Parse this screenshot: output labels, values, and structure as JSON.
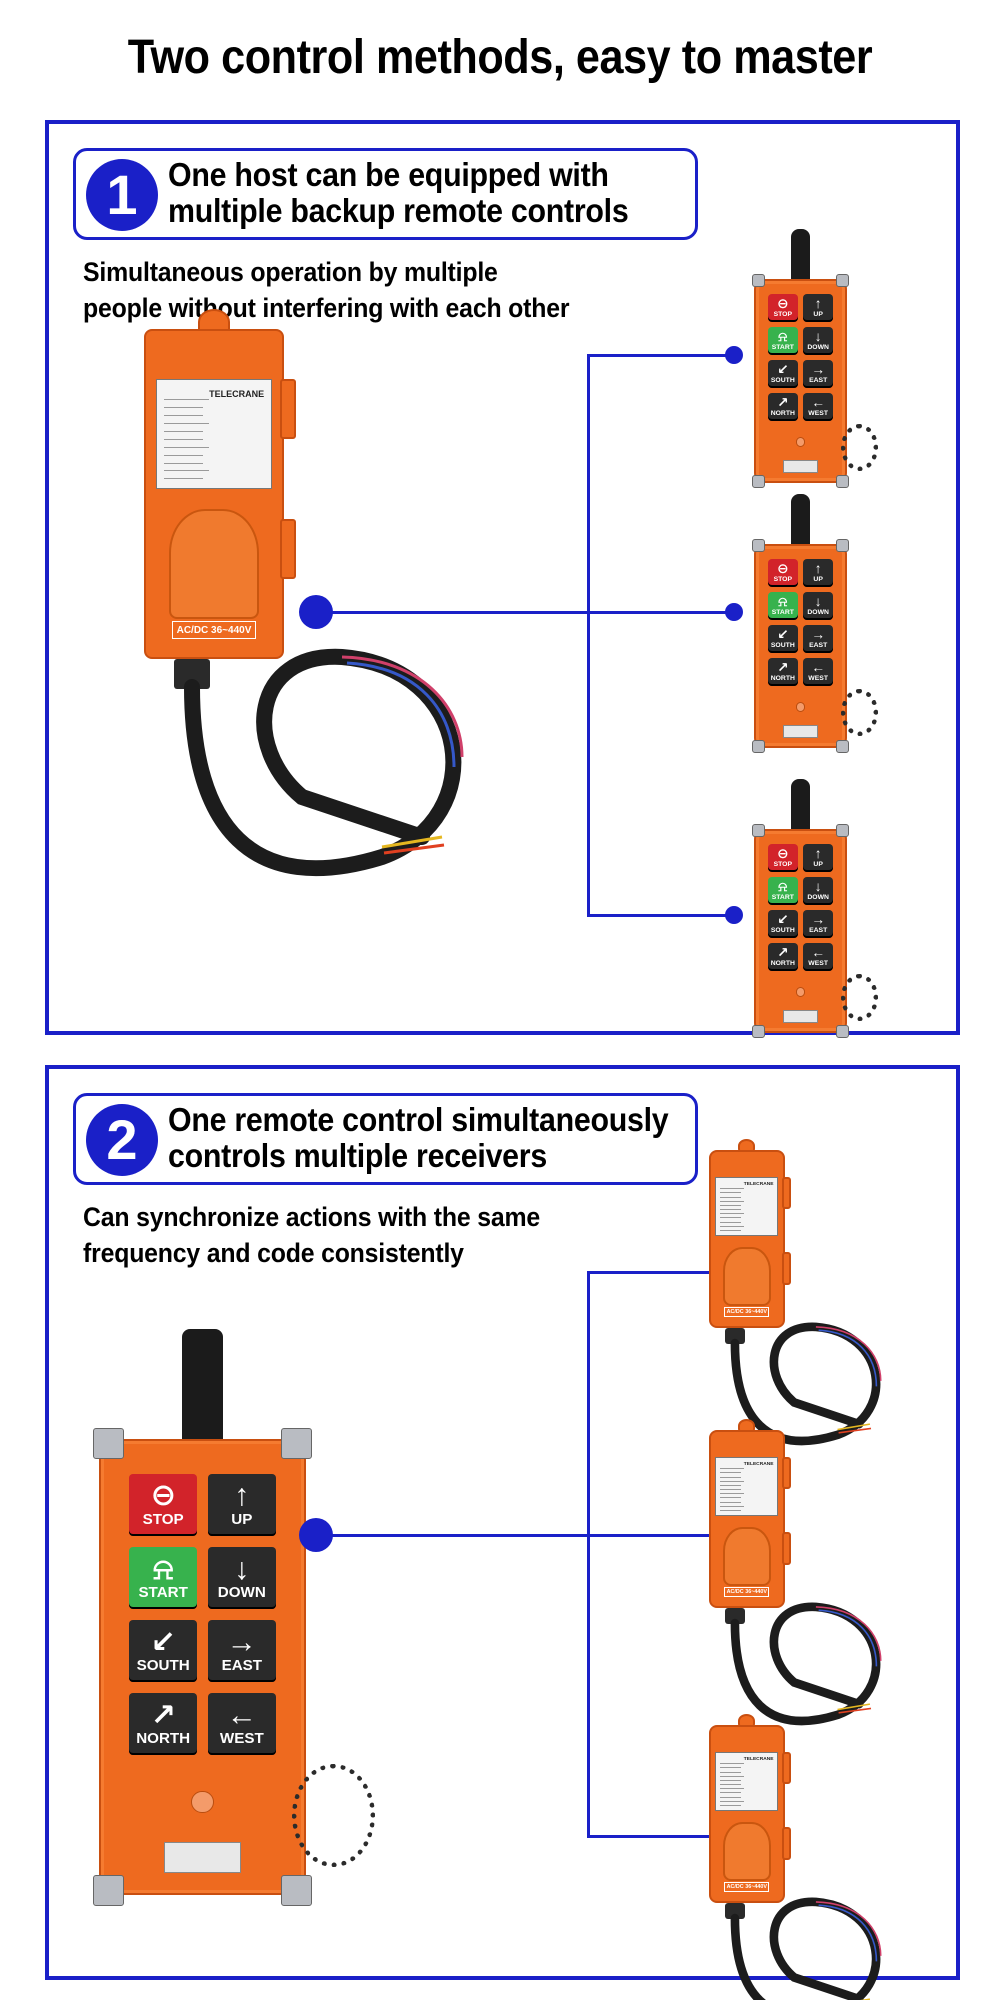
{
  "page": {
    "title": "Two control methods, easy to master",
    "accent_color": "#1a20c8"
  },
  "section1": {
    "number": "1",
    "heading_line1": "One host can be equipped with",
    "heading_line2": "multiple backup remote controls",
    "sub_line1": "Simultaneous operation by multiple",
    "sub_line2": "people without interfering with each other"
  },
  "section2": {
    "number": "2",
    "heading_line1": "One remote control simultaneously",
    "heading_line2": "controls multiple receivers",
    "sub_line1": "Can synchronize actions with the same",
    "sub_line2": "frequency and code consistently"
  },
  "remote_buttons": [
    {
      "icon": "stop-icon",
      "symbol": "⊖",
      "label": "STOP"
    },
    {
      "icon": "arrow-up-icon",
      "symbol": "↑",
      "label": "UP"
    },
    {
      "icon": "bell-icon",
      "symbol": "⍾",
      "label": "START"
    },
    {
      "icon": "arrow-down-icon",
      "symbol": "↓",
      "label": "DOWN"
    },
    {
      "icon": "arrow-down-left-icon",
      "symbol": "↙",
      "label": "SOUTH"
    },
    {
      "icon": "arrow-right-icon",
      "symbol": "→",
      "label": "EAST"
    },
    {
      "icon": "arrow-up-right-icon",
      "symbol": "↗",
      "label": "NORTH"
    },
    {
      "icon": "arrow-left-icon",
      "symbol": "←",
      "label": "WEST"
    }
  ],
  "receiver": {
    "brand": "TELECRANE",
    "voltage": "AC/DC 36~440V"
  }
}
